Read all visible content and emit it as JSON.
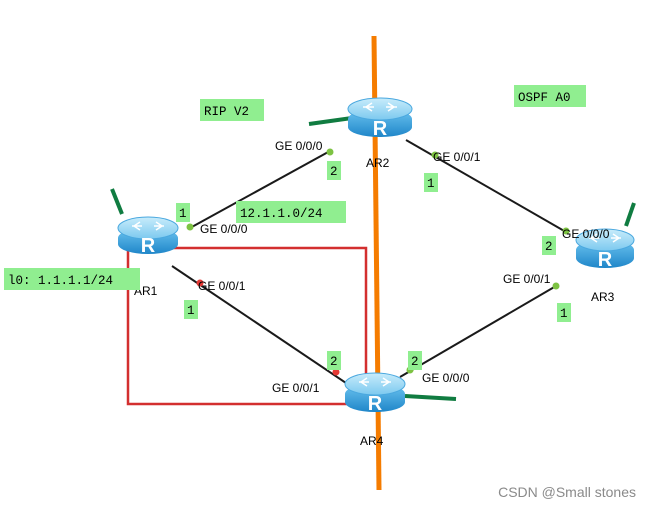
{
  "areas": {
    "rip": "RIP V2",
    "ospf": "OSPF A0"
  },
  "network_label": "12.1.1.0/24",
  "loopback_label": "l0: 1.1.1.1/24",
  "routers": {
    "ar1": "AR1",
    "ar2": "AR2",
    "ar3": "AR3",
    "ar4": "AR4"
  },
  "router_glyph": "R",
  "ports": {
    "ar1_g000": "GE 0/0/0",
    "ar1_g001": "GE 0/0/1",
    "ar2_g000": "GE 0/0/0",
    "ar2_g001": "GE 0/0/1",
    "ar3_g000": "GE 0/0/0",
    "ar3_g001": "GE 0/0/1",
    "ar4_g000": "GE 0/0/0",
    "ar4_g001": "GE 0/0/1"
  },
  "link_numbers": {
    "ar1_ar2_ar1": "1",
    "ar1_ar2_ar2": "2",
    "ar2_ar3_ar2": "1",
    "ar2_ar3_ar3": "2",
    "ar1_ar4_ar1": "1",
    "ar1_ar4_ar4": "2",
    "ar4_ar3_ar4": "2",
    "ar4_ar3_ar3": "1"
  },
  "watermark": "CSDN @Small stones",
  "colors": {
    "link": "#1a1a1a",
    "boundary": "#f57c00",
    "label_bg": "#90ee90",
    "router_body": "#3aa3e3",
    "router_top": "#8fd3f6",
    "accent_line": "#107c41",
    "port_ok": "#7dc242",
    "port_down": "#e53935",
    "highlight_box": "#d32f2f"
  }
}
